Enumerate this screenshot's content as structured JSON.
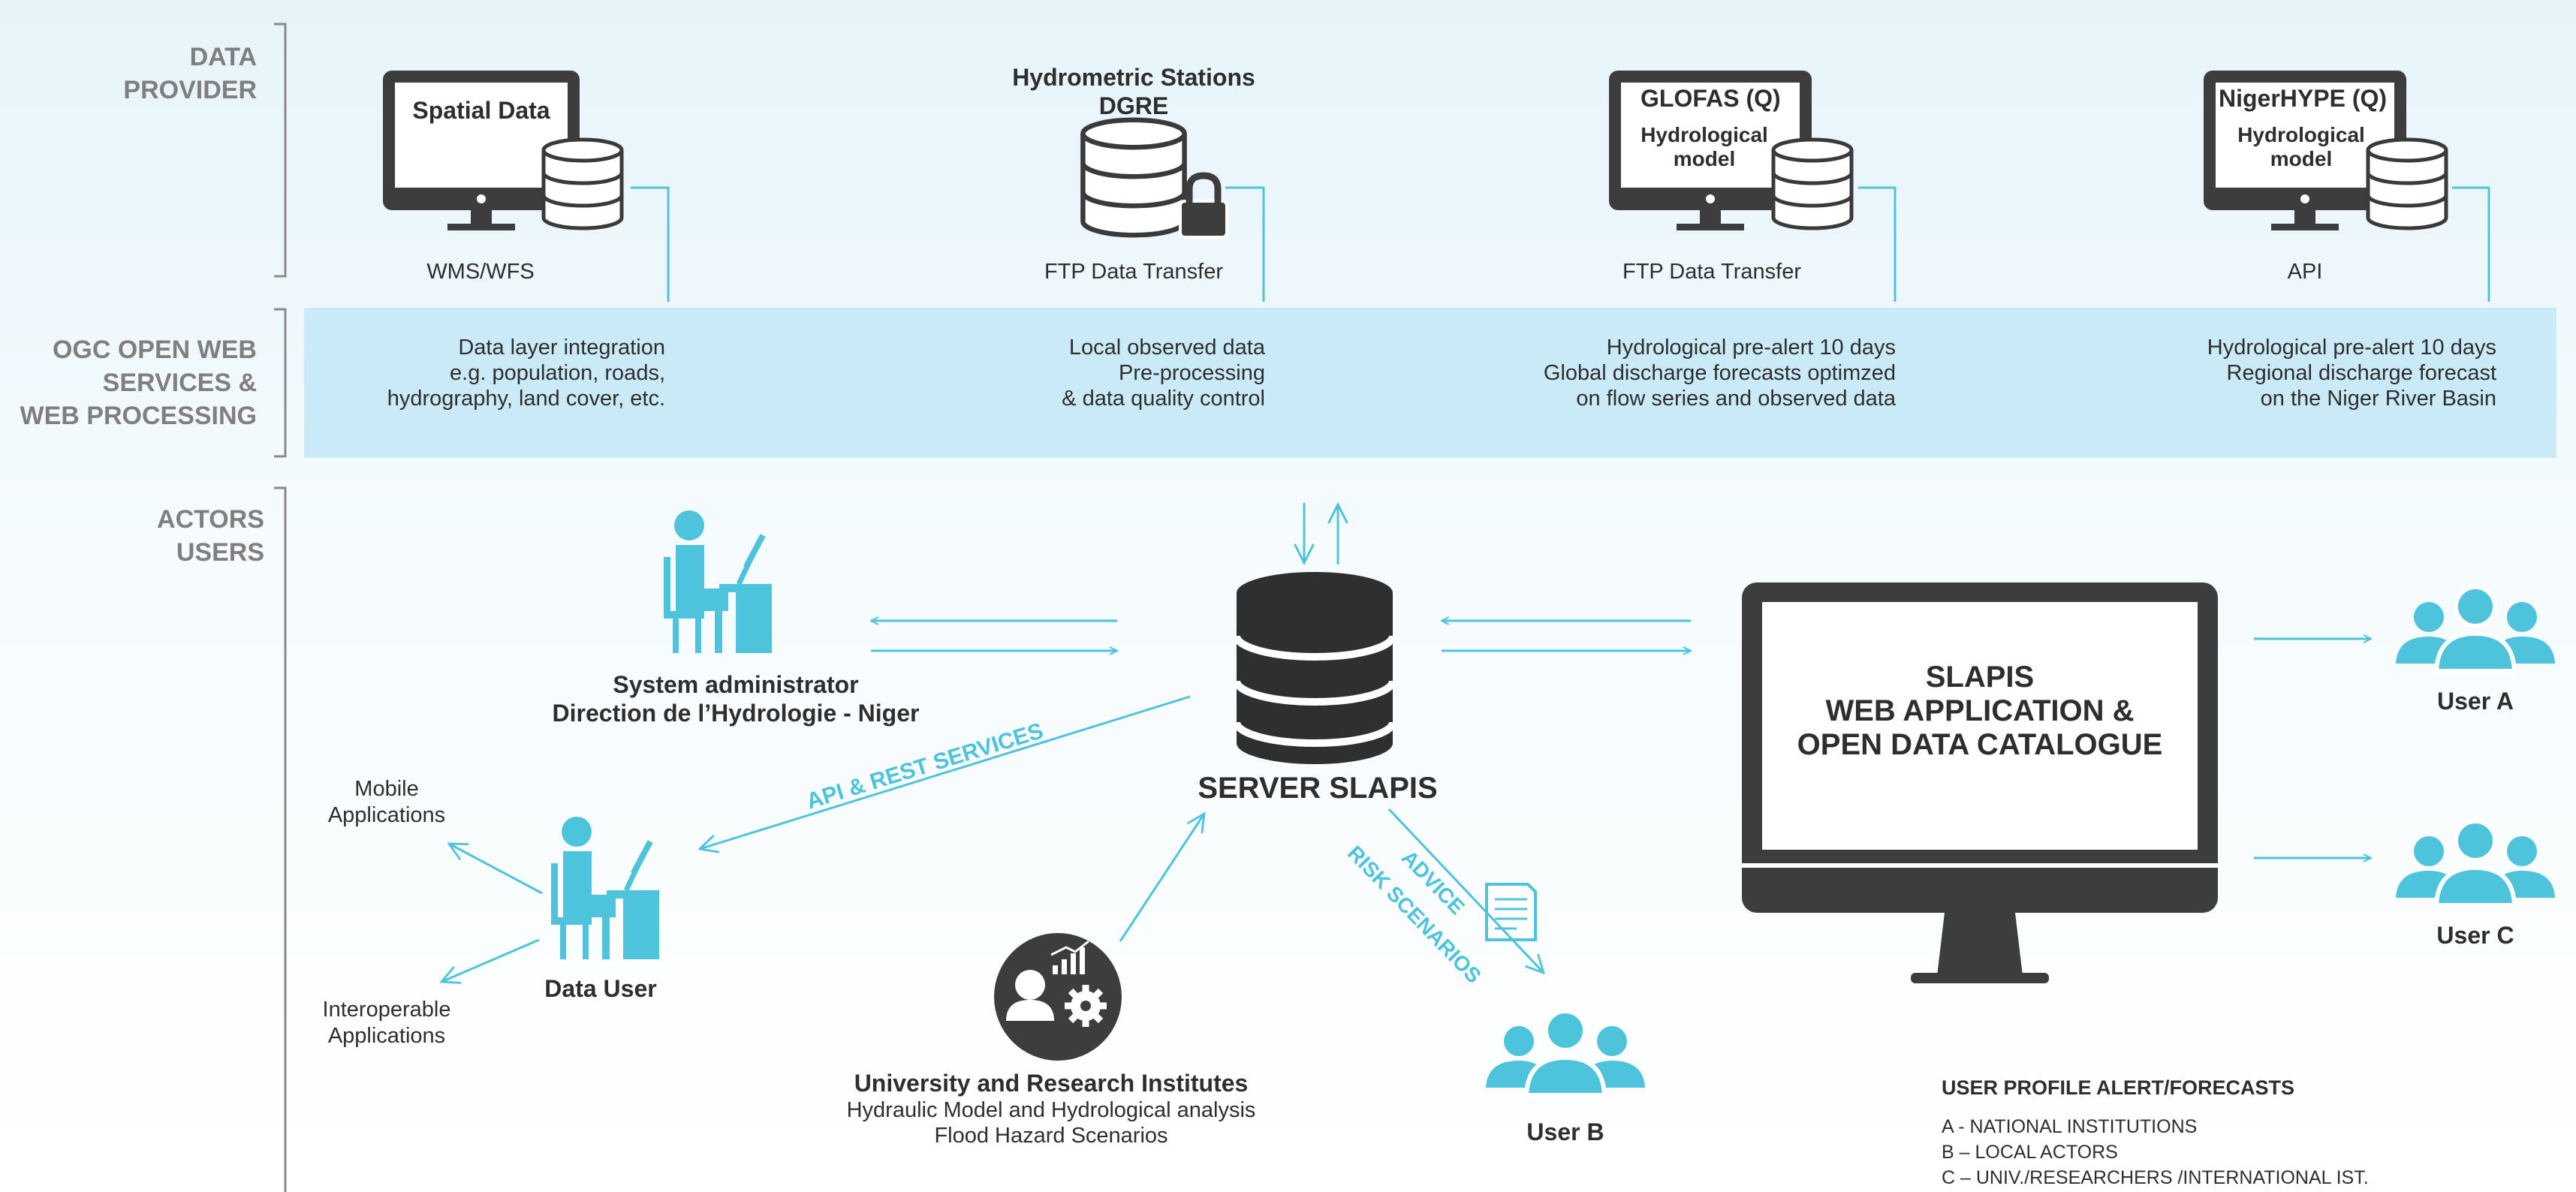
{
  "sections": {
    "data_provider": [
      "DATA",
      "PROVIDER"
    ],
    "ogc": [
      "OGC OPEN WEB",
      "SERVICES &",
      "WEB PROCESSING"
    ],
    "actors": [
      "ACTORS",
      "USERS"
    ]
  },
  "providers": [
    {
      "title": "Spatial Data",
      "transfer": "WMS/WFS",
      "processing": [
        "Data layer integration",
        "e.g. population, roads,",
        "hydrography, land cover, etc."
      ]
    },
    {
      "title": [
        "Hydrometric Stations",
        "DGRE"
      ],
      "transfer": "FTP Data Transfer",
      "processing": [
        "Local observed data",
        "Pre-processing",
        "& data quality control"
      ]
    },
    {
      "title": "GLOFAS (Q)",
      "subtitle": "Hydrological model",
      "transfer": "FTP Data Transfer",
      "processing": [
        "Hydrological pre-alert 10 days",
        "Global discharge forecasts optimzed",
        "on flow series and observed data"
      ]
    },
    {
      "title": "NigerHYPE (Q)",
      "subtitle": "Hydrological model",
      "transfer": "API",
      "processing": [
        "Hydrological pre-alert 10 days",
        "Regional discharge forecast",
        "on the Niger River Basin"
      ]
    }
  ],
  "actors": {
    "admin": [
      "System administrator",
      "Direction de l’Hydrologie - Niger"
    ],
    "data_user": "Data User"
  },
  "server": {
    "label": "SERVER SLAPIS"
  },
  "webapp": {
    "lines": [
      "SLAPIS",
      "WEB APPLICATION &",
      "OPEN DATA CATALOGUE"
    ]
  },
  "users": {
    "a": "User A",
    "b": "User B",
    "c": "User C"
  },
  "apps": {
    "mobile": [
      "Mobile",
      "Applications"
    ],
    "interop": [
      "Interoperable",
      "Applications"
    ]
  },
  "research": {
    "title": "University and Research Institutes",
    "lines": [
      "Hydraulic Model and Hydrological analysis",
      "Flood Hazard Scenarios"
    ]
  },
  "edges": {
    "api": "API & REST SERVICES",
    "advice": "ADVICE",
    "risk": "RISK SCENARIOS"
  },
  "legend": {
    "title": "USER PROFILE ALERT/FORECASTS",
    "items": [
      "A - NATIONAL INSTITUTIONS",
      "B – LOCAL ACTORS",
      "C – UNIV./RESEARCHERS /INTERNATIONAL IST."
    ]
  },
  "colors": {
    "accent": "#4ec3dc",
    "dark": "#3d3d3d",
    "band": "#c9eaf6",
    "section_label": "#7f7f7f"
  }
}
